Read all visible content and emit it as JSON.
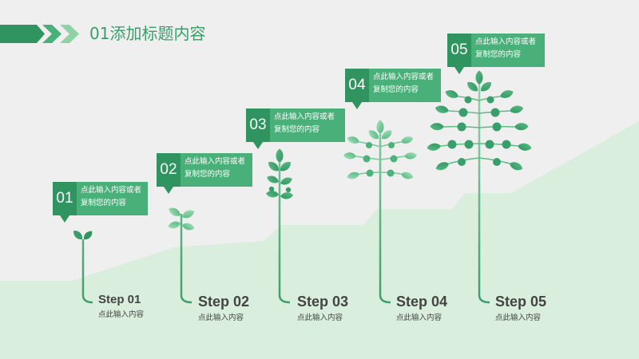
{
  "title": "01添加标题内容",
  "steps": [
    {
      "number": "01",
      "callout_lines": [
        "点此输入内容或者",
        "复制您的内容"
      ],
      "label": "Step 01",
      "caption": "点此输入内容"
    },
    {
      "number": "02",
      "callout_lines": [
        "点此输入内容或者",
        "复制您的内容"
      ],
      "label": "Step 02",
      "caption": "点此输入内容"
    },
    {
      "number": "03",
      "callout_lines": [
        "点此输入内容或者",
        "复制您的内容"
      ],
      "label": "Step 03",
      "caption": "点此输入内容"
    },
    {
      "number": "04",
      "callout_lines": [
        "点此输入内容或者",
        "复制您的内容"
      ],
      "label": "Step 04",
      "caption": "点此输入内容"
    },
    {
      "number": "05",
      "callout_lines": [
        "点此输入内容或者",
        "复制您的内容"
      ],
      "label": "Step 05",
      "caption": "点此输入内容"
    }
  ],
  "colors": {
    "primary": "#2f945f",
    "secondary": "#48b078",
    "accent_light": "#8fd3a4",
    "title_text": "#3a9e6b",
    "background": "#efefef",
    "background_band": "#d9eedc",
    "label_text": "#444444"
  }
}
